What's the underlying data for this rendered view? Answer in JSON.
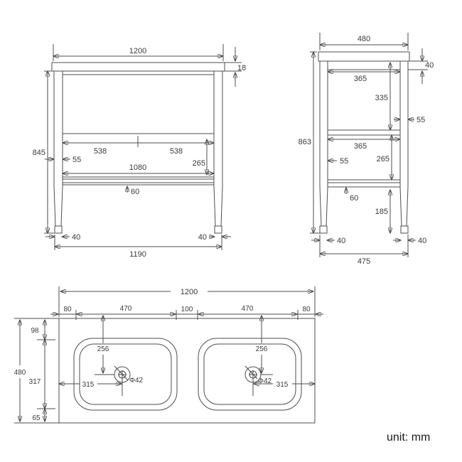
{
  "unit_label": "unit: mm",
  "front_view": {
    "top_width": "1200",
    "counter_thickness": "18",
    "height": "845",
    "panel_width_left": "538",
    "panel_width_right": "538",
    "leg_width": "55",
    "inner_width": "1080",
    "opening_height": "265",
    "shelf_thickness": "60",
    "foot_width_left": "40",
    "foot_width_right": "40",
    "base_width": "1190"
  },
  "side_view": {
    "top_depth": "480",
    "apron_height": "40",
    "height": "863",
    "inner_depth_upper": "365",
    "upper_opening_height": "335",
    "leg_depth_right": "55",
    "inner_depth_lower": "365",
    "lower_opening_height": "265",
    "leg_depth_left": "55",
    "shelf_thickness": "60",
    "clearance_height": "185",
    "foot_depth_left": "40",
    "foot_depth_right": "40",
    "base_depth": "475"
  },
  "plan_view": {
    "total_width": "1200",
    "edge_left": "80",
    "basin_left_width": "470",
    "center_gap": "100",
    "basin_right_width": "470",
    "edge_right": "80",
    "front_margin": "98",
    "total_depth": "480",
    "basin_depth": "317",
    "back_margin": "65",
    "basin_left": {
      "drain_offset_y": "256",
      "drain_offset_x": "315",
      "drain_diameter": "Φ42"
    },
    "basin_right": {
      "drain_offset_y": "256",
      "drain_offset_x": "315",
      "drain_diameter": "Φ42"
    }
  }
}
